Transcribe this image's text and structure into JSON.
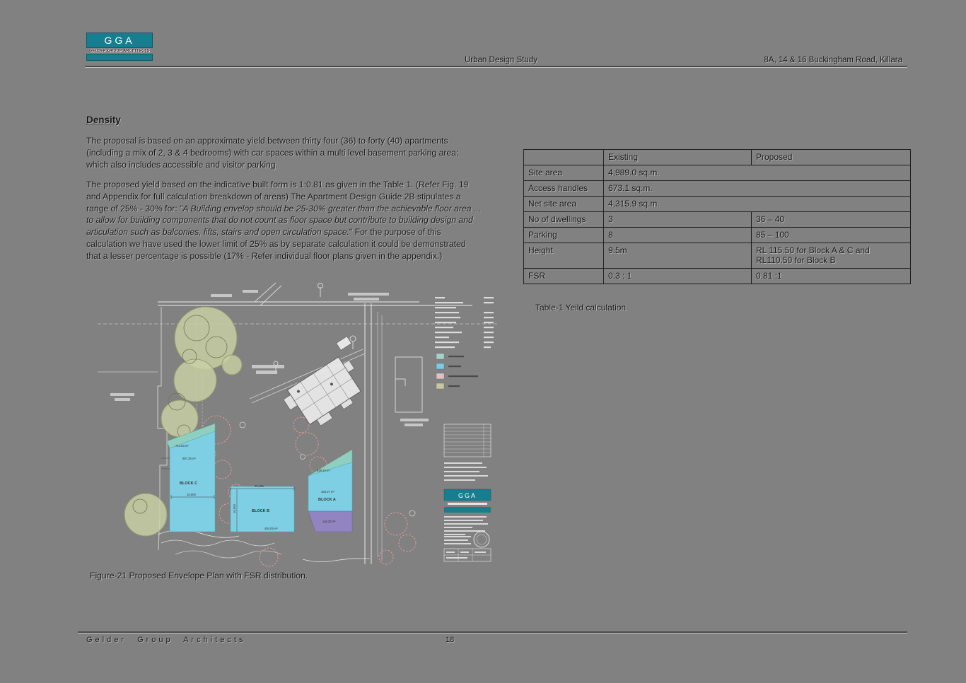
{
  "header": {
    "logo_text": "GGA",
    "logo_subtext": "GELDER GROUP ARCHITECTS",
    "title": "Urban Design Study",
    "address": "8A, 14 & 16 Buckingham Road, Killara"
  },
  "density": {
    "heading": "Density",
    "para1": "The proposal is based on an approximate yield between thirty four (36) to forty (40) apartments (including a mix of 2, 3 & 4 bedrooms) with car spaces within a multi level basement parking area; which also includes accessible and visitor parking.",
    "para2_lead": "The proposed yield based on the indicative built form is 1:0.81 as given in the Table 1. (Refer Fig. 19 and Appendix for full calculation breakdown of areas) The Apartment Design Guide 2B stipulates a range of 25% - 30% for: \"",
    "para2_quote": "A Building envelop should be 25-30% greater than the achievable floor area ... to allow for building components that do not count as floor space but contribute to building design and articulation such as balconies, lifts, stairs and open circulation space.",
    "para2_tail": "\" For the purpose of this calculation we have used the lower limit of 25% as by separate calculation it could be demonstrated that a lesser percentage is possible (17% - Refer individual floor plans given in the appendix.)"
  },
  "yield_table": {
    "caption": "Table-1  Yeild calculation",
    "headers": [
      "",
      "Existing",
      "Proposed"
    ],
    "rows": [
      {
        "label": "Site area",
        "existing": "4,989.0 sq.m.",
        "proposed": ""
      },
      {
        "label": "Access handles",
        "existing": "673.1 sq.m.",
        "proposed": ""
      },
      {
        "label": "Net site area",
        "existing": "4,315.9 sq.m.",
        "proposed": ""
      },
      {
        "label": "No of dwellings",
        "existing": "3",
        "proposed": "36 – 40"
      },
      {
        "label": "Parking",
        "existing": "8",
        "proposed": "85 – 100"
      },
      {
        "label": "Height",
        "existing": "9.5m",
        "proposed": "RL 115.50 for Block A & C and RL110.50 for Block B"
      },
      {
        "label": "FSR",
        "existing": "0.3 : 1",
        "proposed": "0.81 :1"
      }
    ]
  },
  "figure": {
    "caption": "Figure-21  Proposed Envelope Plan with FSR distribution.",
    "blocks": {
      "c": {
        "name": "BLOCK C",
        "area_top": "714.03 m²",
        "area_main": "567.36 m²",
        "dim": "16,500"
      },
      "b": {
        "name": "BLOCK B",
        "area_main": "484.05 m²",
        "dim_w": "25,185",
        "dim_h": "16,500"
      },
      "a": {
        "name": "BLOCK A",
        "area_top": "529.34 m²",
        "area_main": "463.07 m²",
        "area_lower": "116.32 m²"
      }
    },
    "mini_logo_text": "GGA",
    "legend_swatches": [
      "#a3d4cb",
      "#7fc9e2",
      "#dcc3c6",
      "#c6c7a2"
    ],
    "palette": {
      "teal_banner": "#187e8f",
      "block_cyan": "#7fcfe4",
      "block_teal": "#8ecfc0",
      "block_purple": "#9184c1",
      "tree_olive": "#c9cfa4",
      "tree_outline": "#969c6f",
      "pink_outline": "#e29b94"
    }
  },
  "footer": {
    "company": "Gelder Group Architects",
    "page_number": "18"
  }
}
